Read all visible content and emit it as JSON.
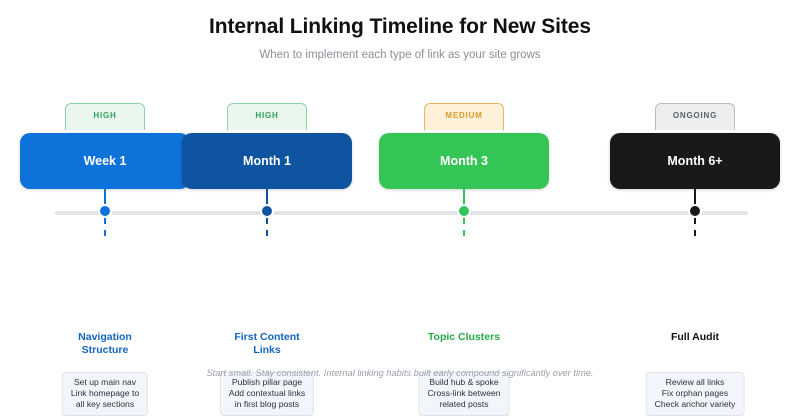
{
  "header": {
    "title": "Internal Linking Timeline for New Sites",
    "subtitle": "When to implement each type of link as your site grows"
  },
  "colors": {
    "axis": "#e2e4e8",
    "badge_high_bg": "#eaf7ef",
    "badge_high_border": "#8fd3ab",
    "badge_high_text": "#2e9e5b",
    "badge_medium_bg": "#fdf1da",
    "badge_medium_border": "#e8b75c",
    "badge_medium_text": "#d99a2b",
    "badge_ongoing_bg": "#eceef0",
    "badge_ongoing_border": "#b9bcc0",
    "badge_ongoing_text": "#5c6268",
    "card_week1": "#0d72d9",
    "card_month1": "#0f54a0",
    "card_month3": "#35c557",
    "card_month6": "#19191b",
    "label_blue": "#1565c0",
    "label_green": "#2aa84a",
    "label_black": "#111111",
    "detail_bg": "#f2f5f9",
    "detail_border": "#dfe4ea"
  },
  "timeline": [
    {
      "badge": "HIGH",
      "badge_style": "high",
      "period": "Week 1",
      "card_color": "#0d72d9",
      "dot_color": "#0d72d9",
      "connector_color": "#0d72d9",
      "label": "Navigation\nStructure",
      "label_color": "#1565c0",
      "details": [
        "Set up main nav",
        "Link homepage to",
        "all key sections"
      ]
    },
    {
      "badge": "HIGH",
      "badge_style": "high",
      "period": "Month 1",
      "card_color": "#0f54a0",
      "dot_color": "#0f54a0",
      "connector_color": "#0f54a0",
      "label": "First Content\nLinks",
      "label_color": "#1565c0",
      "details": [
        "Publish pillar page",
        "Add contextual links",
        "in first blog posts"
      ]
    },
    {
      "badge": "MEDIUM",
      "badge_style": "medium",
      "period": "Month 3",
      "card_color": "#35c557",
      "dot_color": "#35c557",
      "connector_color": "#35c557",
      "label": "Topic Clusters",
      "label_color": "#2aa84a",
      "details": [
        "Build hub & spoke",
        "Cross-link between",
        "related posts"
      ]
    },
    {
      "badge": "ONGOING",
      "badge_style": "ongoing",
      "period": "Month 6+",
      "card_color": "#19191b",
      "dot_color": "#19191b",
      "connector_color": "#19191b",
      "label": "Full Audit",
      "label_color": "#111111",
      "details": [
        "Review all links",
        "Fix orphan pages",
        "Check anchor variety"
      ]
    }
  ],
  "footer": {
    "note": "Start small. Stay consistent. Internal linking habits built early compound significantly over time."
  }
}
